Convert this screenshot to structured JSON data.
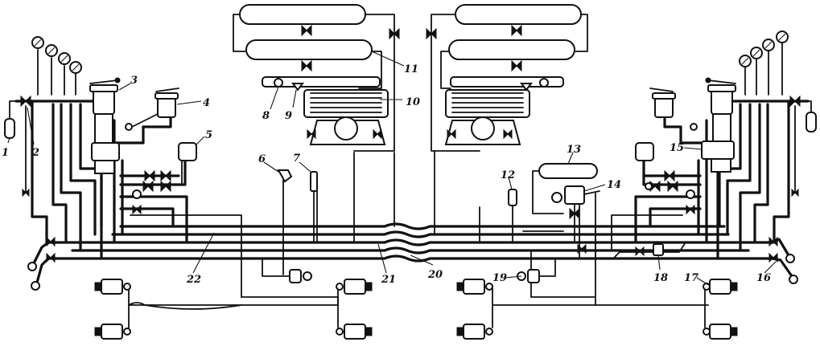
{
  "callouts": [
    {
      "text": "1"
    },
    {
      "text": "2"
    },
    {
      "text": "3"
    },
    {
      "text": "4"
    },
    {
      "text": "5"
    },
    {
      "text": "6"
    },
    {
      "text": "7"
    },
    {
      "text": "8"
    },
    {
      "text": "9"
    },
    {
      "text": "10"
    },
    {
      "text": "11"
    },
    {
      "text": "12"
    },
    {
      "text": "13"
    },
    {
      "text": "14"
    },
    {
      "text": "15"
    },
    {
      "text": "16"
    },
    {
      "text": "17"
    },
    {
      "text": "18"
    },
    {
      "text": "19"
    },
    {
      "text": "20"
    },
    {
      "text": "21"
    },
    {
      "text": "22"
    }
  ]
}
